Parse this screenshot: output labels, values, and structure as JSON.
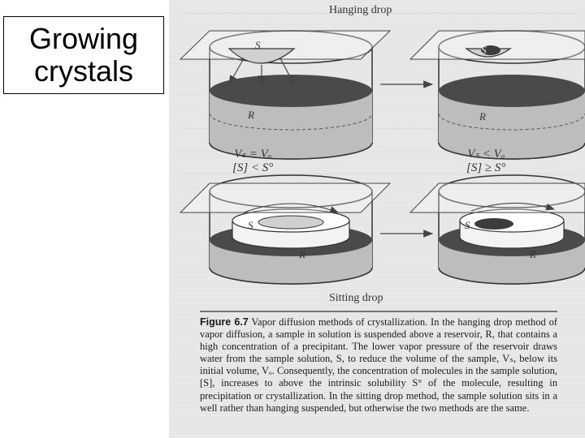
{
  "slide": {
    "title_lines": [
      "Growing",
      "crystals"
    ]
  },
  "figure": {
    "top_label": "Hanging drop",
    "bottom_label": "Sitting drop",
    "sample_label": "S",
    "reservoir_label": "R",
    "state_initial": [
      "Vₛ = Vₒ",
      "[S] < S°"
    ],
    "state_final": [
      "Vₛ < Vₒ",
      "[S] ≥ S°"
    ],
    "caption_heading": "Figure 6.7",
    "caption_text": " Vapor diffusion methods of crystallization. In the hanging drop method of vapor diffusion, a sample in solution is suspended above a reservoir, R, that contains a high concentration of a precipitant. The lower vapor pressure of the reservoir draws water from the sample solution, S, to reduce the volume of the sample, Vₛ, below its initial volume, Vₒ. Consequently, the concentration of molecules in the sample solution, [S], increases to above the intrinsic solubility S° of the molecule, resulting in precipitation or crystallization. In the sitting drop method, the sample solution sits in a well rather than hanging suspended, but otherwise the two methods are the same."
  }
}
